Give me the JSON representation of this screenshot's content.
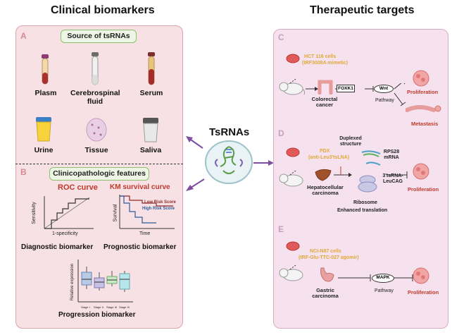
{
  "left_title": "Clinical biomarkers",
  "right_title": "Therapeutic targets",
  "center_label": "TsRNAs",
  "panel_a": {
    "letter": "A",
    "pill": "Source of tsRNAs",
    "sources": [
      "Plasm",
      "Cerebrospinal fluid",
      "Serum",
      "Urine",
      "Tissue",
      "Saliva"
    ]
  },
  "panel_b": {
    "letter": "B",
    "pill": "Clinicopathologic features",
    "roc": {
      "title": "ROC curve",
      "ylabel": "Sensitivity",
      "xlabel": "1-specificity"
    },
    "km": {
      "title": "KM survival curve",
      "ylabel": "Survival",
      "xlabel": "Time",
      "legend_low": "Low Risk Score",
      "legend_high": "High Risk Score"
    },
    "diagnostic": "Diagnostic biomarker",
    "prognostic": "Prognostic biomarker",
    "box": {
      "ylabel": "Relative expression",
      "categories": [
        "Stage I",
        "Stage II",
        "Stage III",
        "Stage IV"
      ]
    },
    "progression": "Progression biomarker"
  },
  "panel_c": {
    "letter": "C",
    "cells": "HCT 116 cells",
    "mimetic": "(tRF3008A mimetic)",
    "disease": "Colorectal cancer",
    "gene": "FOXK1",
    "pathway_node": "Wnt",
    "pathway_label": "Pathway",
    "out1": "Proliferation",
    "out2": "Metastasis"
  },
  "panel_d": {
    "letter": "D",
    "drug": "PDX",
    "drug2": "(anti-Leu3'tsLNA)",
    "duplex": "Duplexed structure",
    "rps": "RPS28 mRNA",
    "ts": "3'tsRNA-LeuCAG",
    "ribosome": "Ribosome",
    "enhanced": "Enhanced translation",
    "disease": "Hepatocellular carcinoma",
    "out": "Proliferation"
  },
  "panel_e": {
    "letter": "E",
    "cells": "NCI-N87 cells",
    "agomir": "(tRF-Glu-TTC-027 agomir)",
    "disease": "Gastric carcinoma",
    "node": "MAPK",
    "pathway_label": "Pathway",
    "out": "Proliferation"
  },
  "colors": {
    "panel_left": "#f7e1e4",
    "panel_right": "#f6e2ee",
    "accent_red": "#c0392b",
    "pill_border": "#8cc06a"
  }
}
